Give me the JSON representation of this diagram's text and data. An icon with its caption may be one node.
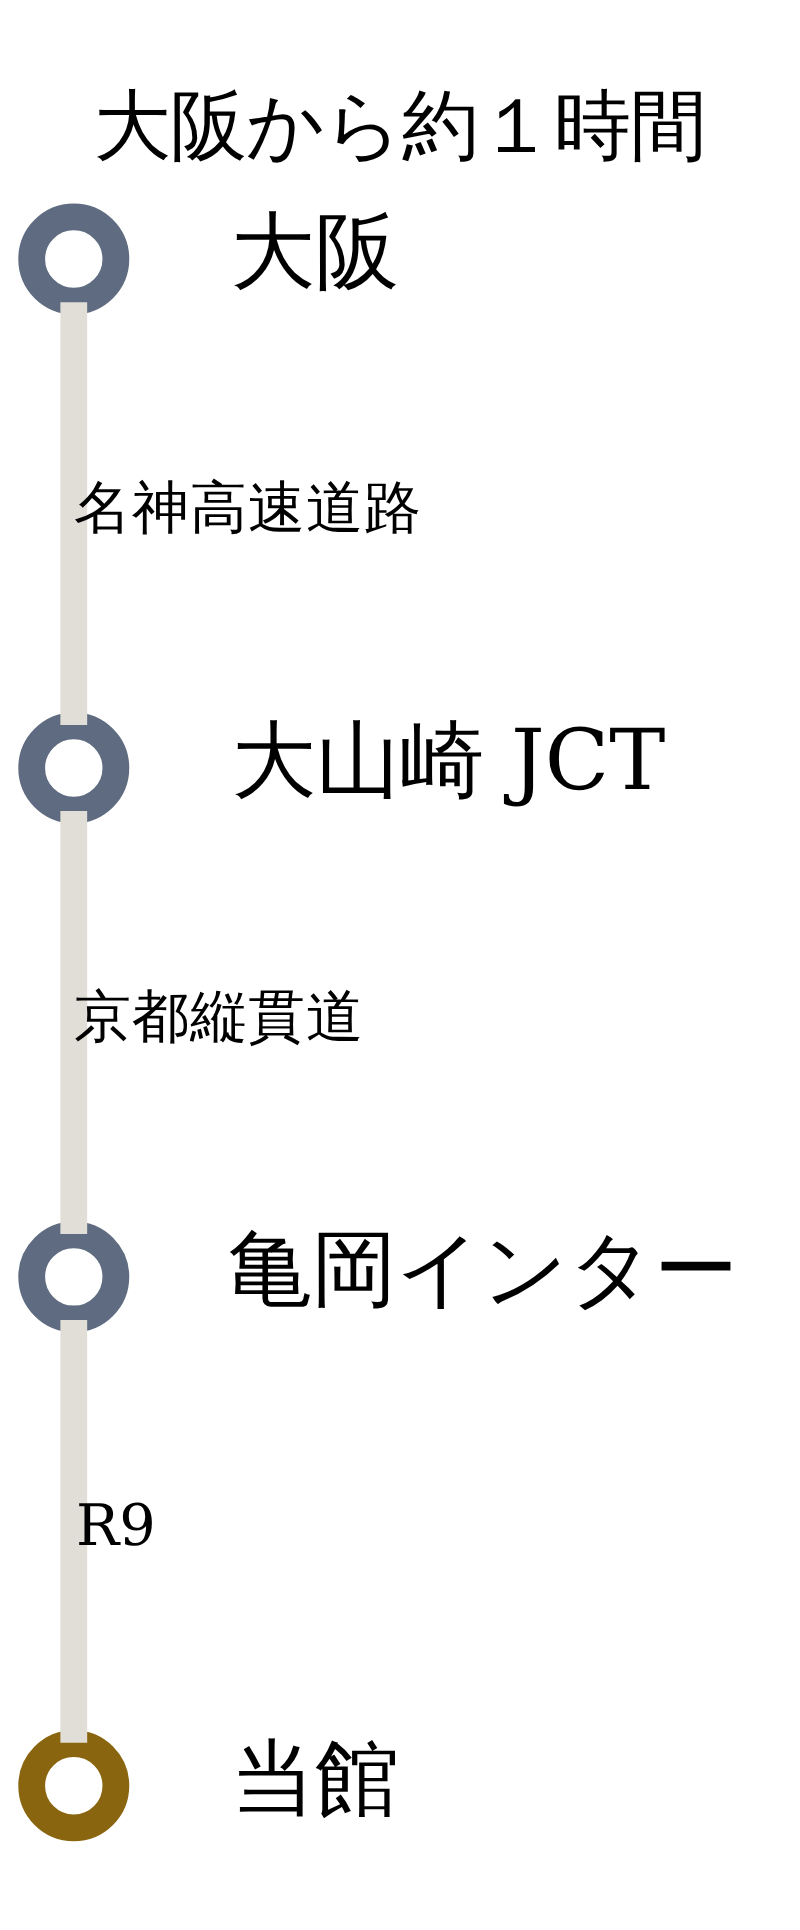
{
  "diagram": {
    "title": "大阪から約１時間",
    "nodes": [
      {
        "text": [],
        "shape": "circle",
        "beside": [
          "大阪"
        ]
      },
      {
        "text": [],
        "shape": "circle",
        "beside": [
          "大山崎 JCT"
        ]
      },
      {
        "text": [],
        "shape": "circle",
        "beside": [
          "亀岡インター"
        ]
      },
      {
        "text": [],
        "shape": "circle",
        "beside": [
          "当館"
        ]
      }
    ],
    "edges": [
      {
        "from": 0,
        "to": 1,
        "arrow": "none",
        "label": "名神高速道路"
      },
      {
        "from": 1,
        "to": 2,
        "arrow": "none",
        "label": "京都縦貫道"
      },
      {
        "from": 2,
        "to": 3,
        "arrow": "none",
        "label": "R9"
      }
    ]
  }
}
